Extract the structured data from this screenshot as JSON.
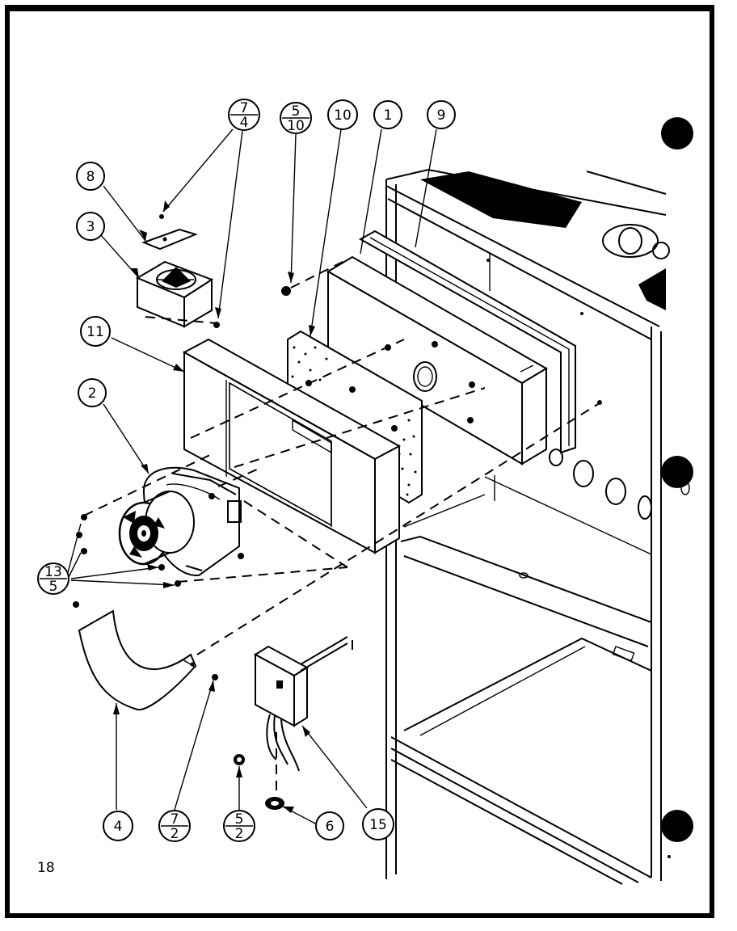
{
  "page_number": "18",
  "callouts": {
    "c1": "1",
    "c2": "2",
    "c3": "3",
    "c4": "4",
    "c6": "6",
    "c8": "8",
    "c9": "9",
    "c10": "10",
    "c11": "11",
    "c15": "15",
    "c7_4": {
      "top": "7",
      "bottom": "4"
    },
    "c5_10": {
      "top": "5",
      "bottom": "10"
    },
    "c13_5": {
      "top": "13",
      "bottom": "5"
    },
    "c7_2": {
      "top": "7",
      "bottom": "2"
    },
    "c5_2": {
      "top": "5",
      "bottom": "2"
    }
  }
}
